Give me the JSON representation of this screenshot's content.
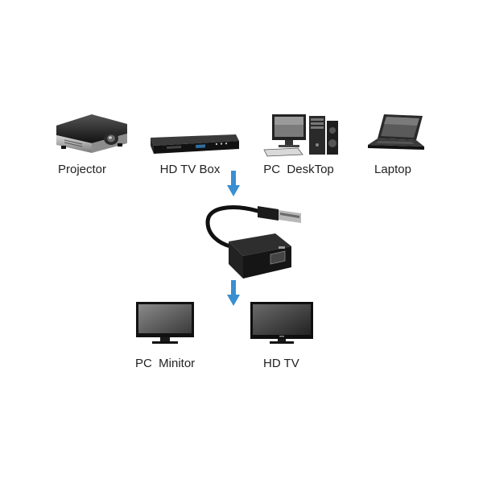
{
  "sources": [
    {
      "id": "projector",
      "label": "Projector",
      "icon": "projector-icon"
    },
    {
      "id": "hd-tv-box",
      "label": "HD TV Box",
      "icon": "set-top-box-icon"
    },
    {
      "id": "pc-desktop",
      "label": "PC  DeskTop",
      "icon": "desktop-pc-icon"
    },
    {
      "id": "laptop",
      "label": "Laptop",
      "icon": "laptop-icon"
    }
  ],
  "adapter": {
    "icon": "usb-to-vga-adapter-icon"
  },
  "outputs": [
    {
      "id": "pc-monitor",
      "label": "PC  Minitor",
      "icon": "monitor-icon"
    },
    {
      "id": "hd-tv",
      "label": "HD TV",
      "icon": "tv-icon"
    }
  ],
  "colors": {
    "arrow": "#3a8fd0",
    "device_dark": "#1a1a1a",
    "device_gray": "#9a9a9a",
    "background": "#ffffff"
  }
}
